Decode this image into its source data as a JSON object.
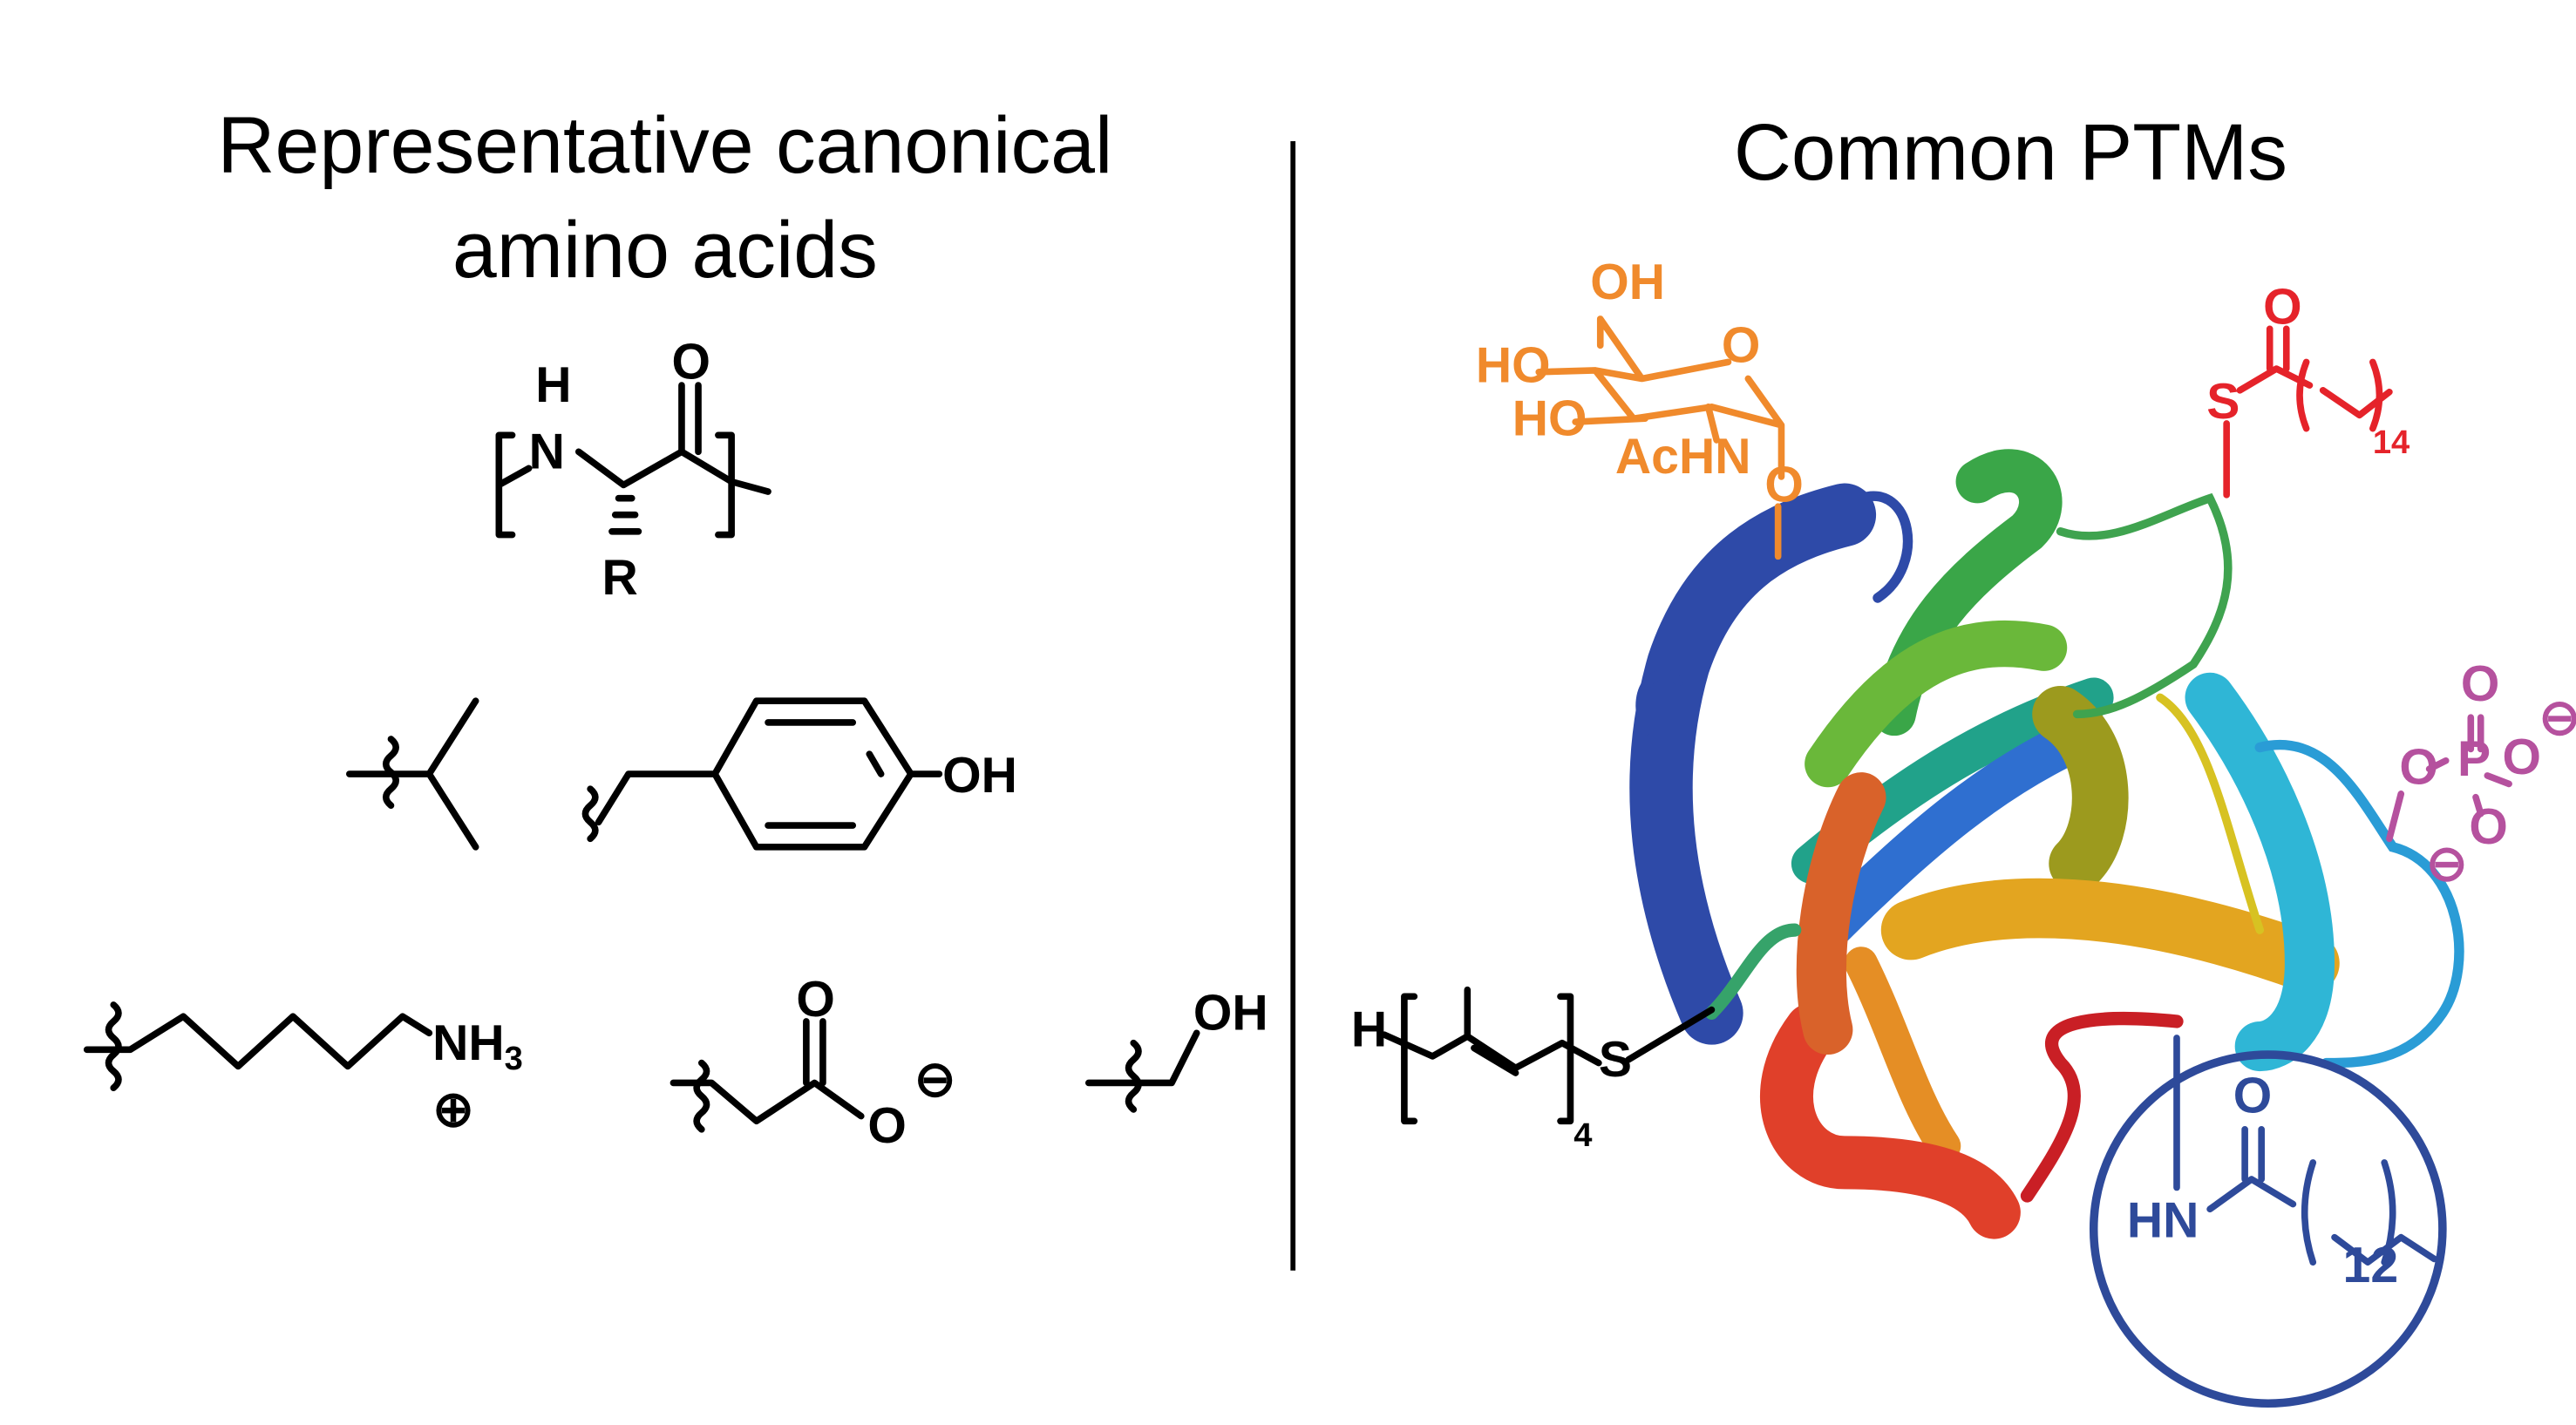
{
  "left_panel": {
    "title_line1": "Representative canonical",
    "title_line2": "amino acids",
    "backbone": {
      "h": "H",
      "n": "N",
      "o": "O",
      "r": "R"
    },
    "tyrosine": {
      "oh": "OH"
    },
    "lysine": {
      "nh3": "NH",
      "sub3": "3",
      "charge": "⊕"
    },
    "aspartate": {
      "o_double": "O",
      "o_single": "O",
      "charge": "⊖"
    },
    "serine": {
      "oh": "OH"
    }
  },
  "right_panel": {
    "title": "Common PTMs",
    "glycosylation": {
      "oh_top": "OH",
      "ho1": "HO",
      "ho2": "HO",
      "ring_o": "O",
      "achn": "AcHN",
      "link_o": "O",
      "color": "#f08a2c"
    },
    "palmitoylation": {
      "o": "O",
      "s": "S",
      "n": "14",
      "color": "#e5232a"
    },
    "phosphorylation": {
      "o_top": "O",
      "p": "P",
      "o_link": "O",
      "o_right": "O",
      "o_bottom": "O",
      "charge1": "⊖",
      "charge2": "⊖",
      "color": "#b5519e"
    },
    "prenylation": {
      "h": "H",
      "s": "S",
      "n": "4",
      "color": "#000000"
    },
    "myristoylation": {
      "o": "O",
      "hn": "HN",
      "n": "12",
      "color": "#2e4a9a"
    }
  }
}
